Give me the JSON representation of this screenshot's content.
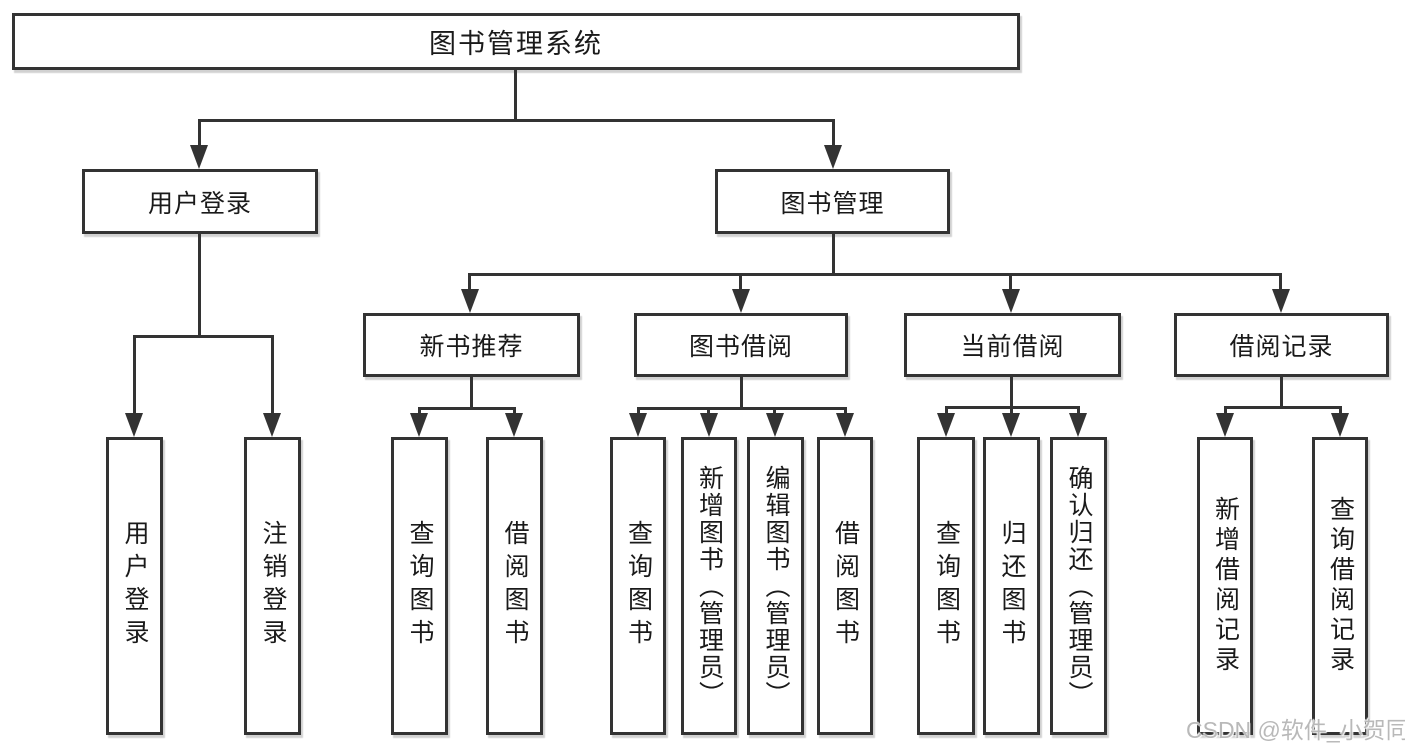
{
  "diagram": {
    "title": "图书管理系统",
    "root": {
      "label": "图书管理系统"
    },
    "level2": [
      {
        "label": "用户登录"
      },
      {
        "label": "图书管理"
      }
    ],
    "level3": [
      {
        "label": "新书推荐"
      },
      {
        "label": "图书借阅"
      },
      {
        "label": "当前借阅"
      },
      {
        "label": "借阅记录"
      }
    ],
    "leaves": [
      {
        "label": "用户登录",
        "parent": "用户登录"
      },
      {
        "label": "注销登录",
        "parent": "用户登录"
      },
      {
        "label": "查询图书",
        "parent": "新书推荐"
      },
      {
        "label": "借阅图书",
        "parent": "新书推荐"
      },
      {
        "label": "查询图书",
        "parent": "图书借阅"
      },
      {
        "label": "新增图书（管理员）",
        "parent": "图书借阅"
      },
      {
        "label": "编辑图书（管理员）",
        "parent": "图书借阅"
      },
      {
        "label": "借阅图书",
        "parent": "图书借阅"
      },
      {
        "label": "查询图书",
        "parent": "当前借阅"
      },
      {
        "label": "归还图书",
        "parent": "当前借阅"
      },
      {
        "label": "确认归还（管理员）",
        "parent": "当前借阅"
      },
      {
        "label": "新增借阅记录",
        "parent": "借阅记录"
      },
      {
        "label": "查询借阅记录",
        "parent": "借阅记录"
      }
    ],
    "watermark": "CSDN @软件_小贺同学",
    "colors": {
      "line": "#333333",
      "text": "#1a1a1a",
      "background": "#ffffff",
      "watermark": "#b9b9b9"
    }
  }
}
